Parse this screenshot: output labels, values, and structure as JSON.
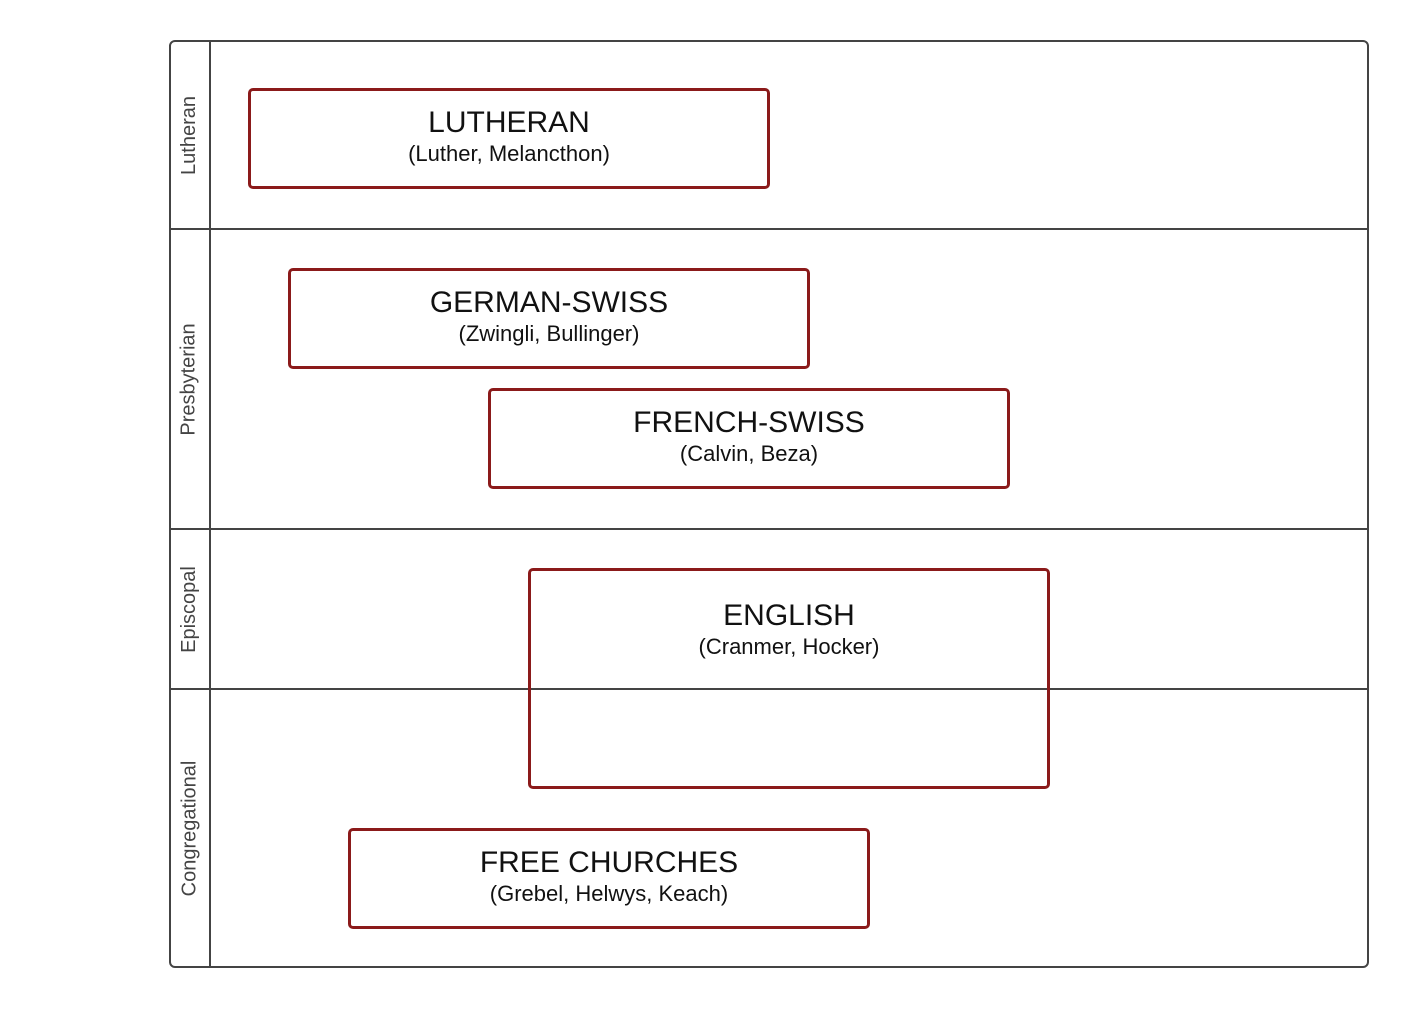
{
  "lanes": [
    {
      "label": "Lutheran"
    },
    {
      "label": "Presbyterian"
    },
    {
      "label": "Episcopal"
    },
    {
      "label": "Congregational"
    }
  ],
  "boxes": [
    {
      "title": "LUTHERAN",
      "subtitle": "(Luther, Melancthon)"
    },
    {
      "title": "GERMAN-SWISS",
      "subtitle": "(Zwingli, Bullinger)"
    },
    {
      "title": "FRENCH-SWISS",
      "subtitle": "(Calvin, Beza)"
    },
    {
      "title": "ENGLISH",
      "subtitle": "(Cranmer, Hocker)"
    },
    {
      "title": "FREE CHURCHES",
      "subtitle": "(Grebel, Helwys, Keach)"
    }
  ],
  "colors": {
    "box_border": "#8b1a1a",
    "grid_line": "#444444"
  }
}
